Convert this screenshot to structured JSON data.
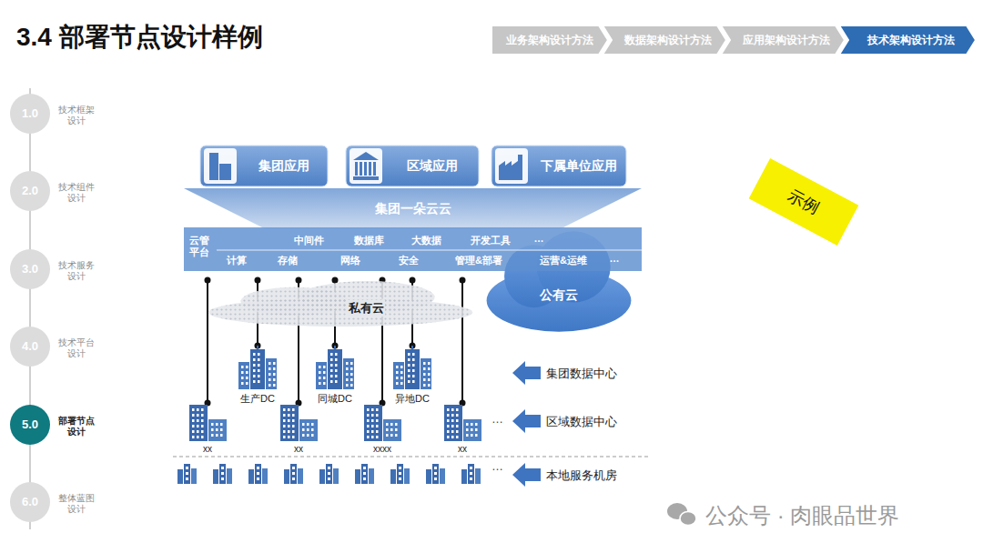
{
  "diagram": {
    "title": "3.4 部署节点设计样例",
    "nodes": [
      {
        "text": [
          "业务架构设计方法"
        ]
      },
      {
        "text": [
          "数据架构设计方法"
        ]
      },
      {
        "text": [
          "应用架构设计方法"
        ]
      },
      {
        "text": [
          "技术架构设计方法"
        ]
      },
      {
        "text": [
          "1.0",
          "技术框架 设计"
        ]
      },
      {
        "text": [
          "2.0",
          "技术组件 设计"
        ]
      },
      {
        "text": [
          "3.0",
          "技术服务 设计"
        ]
      },
      {
        "text": [
          "4.0",
          "技术平台 设计"
        ]
      },
      {
        "text": [
          "5.0",
          "部署节点 设计"
        ]
      },
      {
        "text": [
          "6.0",
          "整体蓝图 设计"
        ]
      },
      {
        "text": [
          "集团应用"
        ]
      },
      {
        "text": [
          "区域应用"
        ]
      },
      {
        "text": [
          "下属单位应用"
        ]
      },
      {
        "text": [
          "集团一朵云云"
        ]
      },
      {
        "text": [
          "云管 平台",
          "中间件",
          "数据库",
          "大数据",
          "开发工具",
          "…",
          "计算",
          "存储",
          "网络",
          "安全",
          "管理&部署",
          "运营&运维",
          "…"
        ]
      },
      {
        "text": [
          "私有云"
        ]
      },
      {
        "text": [
          "公有云"
        ]
      },
      {
        "text": [
          "生产DC"
        ]
      },
      {
        "text": [
          "同城DC"
        ]
      },
      {
        "text": [
          "异地DC"
        ]
      },
      {
        "text": [
          "xx"
        ]
      },
      {
        "text": [
          "xx"
        ]
      },
      {
        "text": [
          "xxxx"
        ]
      },
      {
        "text": [
          "xx"
        ]
      },
      {
        "text": [
          "示例"
        ]
      }
    ],
    "edges": [
      {
        "from": 15,
        "to": 20,
        "arrow": "none"
      },
      {
        "from": 15,
        "to": 17,
        "arrow": "none"
      },
      {
        "from": 15,
        "to": 21,
        "arrow": "none"
      },
      {
        "from": 15,
        "to": 18,
        "arrow": "none"
      },
      {
        "from": 15,
        "to": 22,
        "arrow": "none"
      },
      {
        "from": 15,
        "to": 19,
        "arrow": "none"
      },
      {
        "from": 15,
        "to": 23,
        "arrow": "none"
      }
    ],
    "labels": [
      "…",
      "…",
      "集团数据中心",
      "区域数据中心",
      "本地服务机房",
      "公众号 · 肉眼品世界"
    ]
  }
}
